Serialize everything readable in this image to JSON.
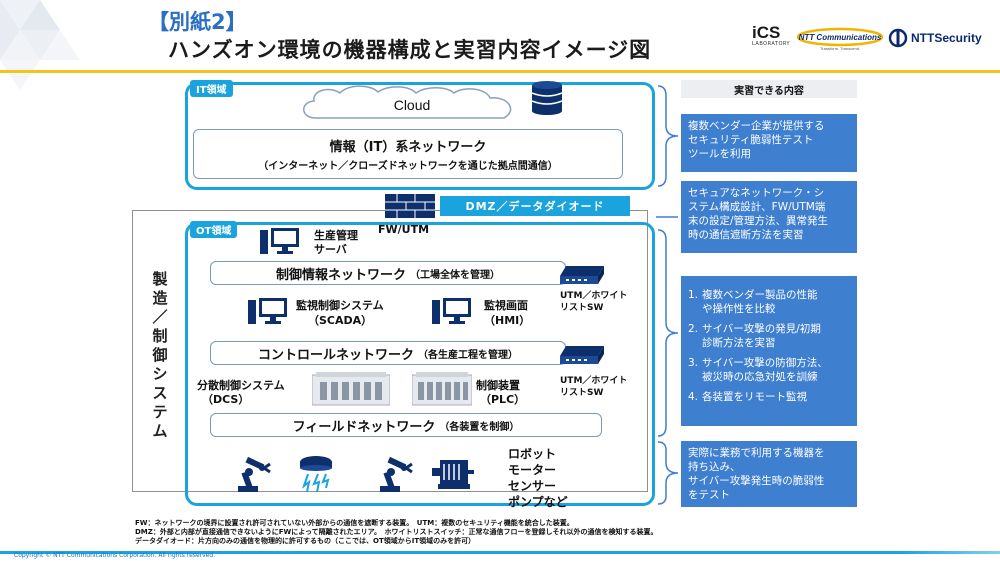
{
  "header": {
    "title_line1": "【別紙2】",
    "title_line2": "ハンズオン環境の機器構成と実習内容イメージ図",
    "logo_ics": "iCS",
    "logo_ics_sub": "LABORATORY",
    "logo_ntt": "NTT Communications",
    "logo_ntt_sub": "Transform. Transcend.",
    "logo_nttsec": "NTTSecurity"
  },
  "diagram": {
    "it_zone": "IT領域",
    "ot_zone": "OT領域",
    "cloud": "Cloud",
    "info_network": "情報（IT）系ネットワーク",
    "info_network_sub": "（インターネット／クローズドネットワークを通じた拠点間通信）",
    "dmz": "DMZ／データダイオード",
    "fw_utm": "FW/UTM",
    "prod_server_1": "生産管理",
    "prod_server_2": "サーバ",
    "control_info_network": "制御情報ネットワーク",
    "control_info_network_sub": "（工場全体を管理）",
    "scada_1": "監視制御システム",
    "scada_2": "（SCADA）",
    "hmi_1": "監視画面",
    "hmi_2": "（HMI）",
    "utm_switch_1a": "UTM／ホワイト",
    "utm_switch_1b": "リストSW",
    "control_network": "コントロールネットワーク",
    "control_network_sub": "（各生産工程を管理）",
    "dcs_1": "分散制御システム",
    "dcs_2": "（DCS）",
    "plc_1": "制御装置",
    "plc_2": "（PLC）",
    "utm_switch_2a": "UTM／ホワイト",
    "utm_switch_2b": "リストSW",
    "field_network": "フィールドネットワーク",
    "field_network_sub": "（各装置を制御）",
    "devices": [
      "ロボット",
      "モーター",
      "センサー",
      "ポンプなど"
    ],
    "manufacturing_system": [
      "製",
      "造",
      "／",
      "制",
      "御",
      "シ",
      "ス",
      "テ",
      "ム"
    ]
  },
  "right_panel": {
    "heading": "実習できる内容",
    "box1": [
      "複数ベンダー企業が提供する",
      "セキュリティ脆弱性テスト",
      "ツールを利用"
    ],
    "box2": [
      "セキュアなネットワーク・シ",
      "ステム構成設計、FW/UTM端",
      "末の設定/管理方法、異常発生",
      "時の通信遮断方法を実習"
    ],
    "box3": [
      {
        "num": "1.",
        "l1": "複数ベンダー製品の性能",
        "l2": "や操作性を比較"
      },
      {
        "num": "2.",
        "l1": "サイバー攻撃の発見/初期",
        "l2": "診断方法を実習"
      },
      {
        "num": "3.",
        "l1": "サイバー攻撃の防御方法、",
        "l2": "被災時の応急対処を訓練"
      },
      {
        "num": "4.",
        "l1": "各装置をリモート監視",
        "l2": ""
      }
    ],
    "box4": [
      "実際に業務で利用する機器を",
      "持ち込み、",
      "サイバー攻撃発生時の脆弱性",
      "をテスト"
    ]
  },
  "footer": {
    "note1": "FW：ネットワークの境界に設置され許可されていない外部からの通信を遮断する装置。　UTM：複数のセキュリティ機能を統合した装置。",
    "note2": "DMZ：外部と内部が直接通信できないようにFWによって隔離されたエリア。　ホワイトリストスイッチ：正常な通信フローを登録しそれ以外の通信を検知する装置。",
    "note3": "データダイオード：片方向のみの通信を物理的に許可するもの（ここでは、OT領域からIT領域のみを許可）",
    "copyright": "Copyright © NTT Communications Corporation. All rights reserved."
  },
  "colors": {
    "accent_blue": "#1aa3dc",
    "box_blue": "#3f7fd0",
    "header_yellow": "#f3c41a",
    "title_blue": "#2a6fc4"
  }
}
